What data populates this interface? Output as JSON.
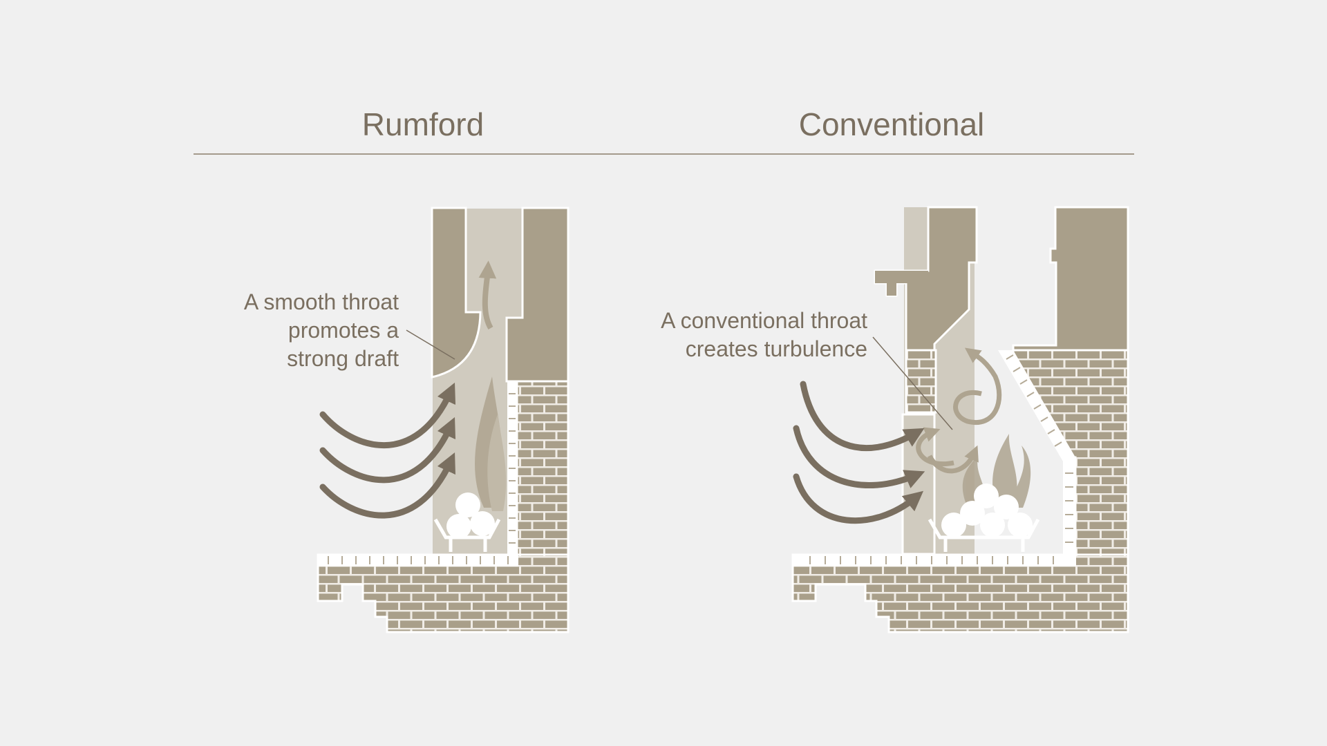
{
  "headings": {
    "left": "Rumford",
    "right": "Conventional"
  },
  "rumford": {
    "annotation": [
      "A smooth throat",
      "promotes a",
      "strong draft"
    ]
  },
  "conventional": {
    "annotation": [
      "A conventional throat",
      "creates turbulence"
    ]
  },
  "colors": {
    "background": "#f0f0f0",
    "text": "#7a6f60",
    "rule": "#a49a8b",
    "masonry": "#a99f8a",
    "flue": "#d0cbbf",
    "firebrick": "#ffffff",
    "arrow": "#7a6f60",
    "smoke": "#aea490"
  }
}
